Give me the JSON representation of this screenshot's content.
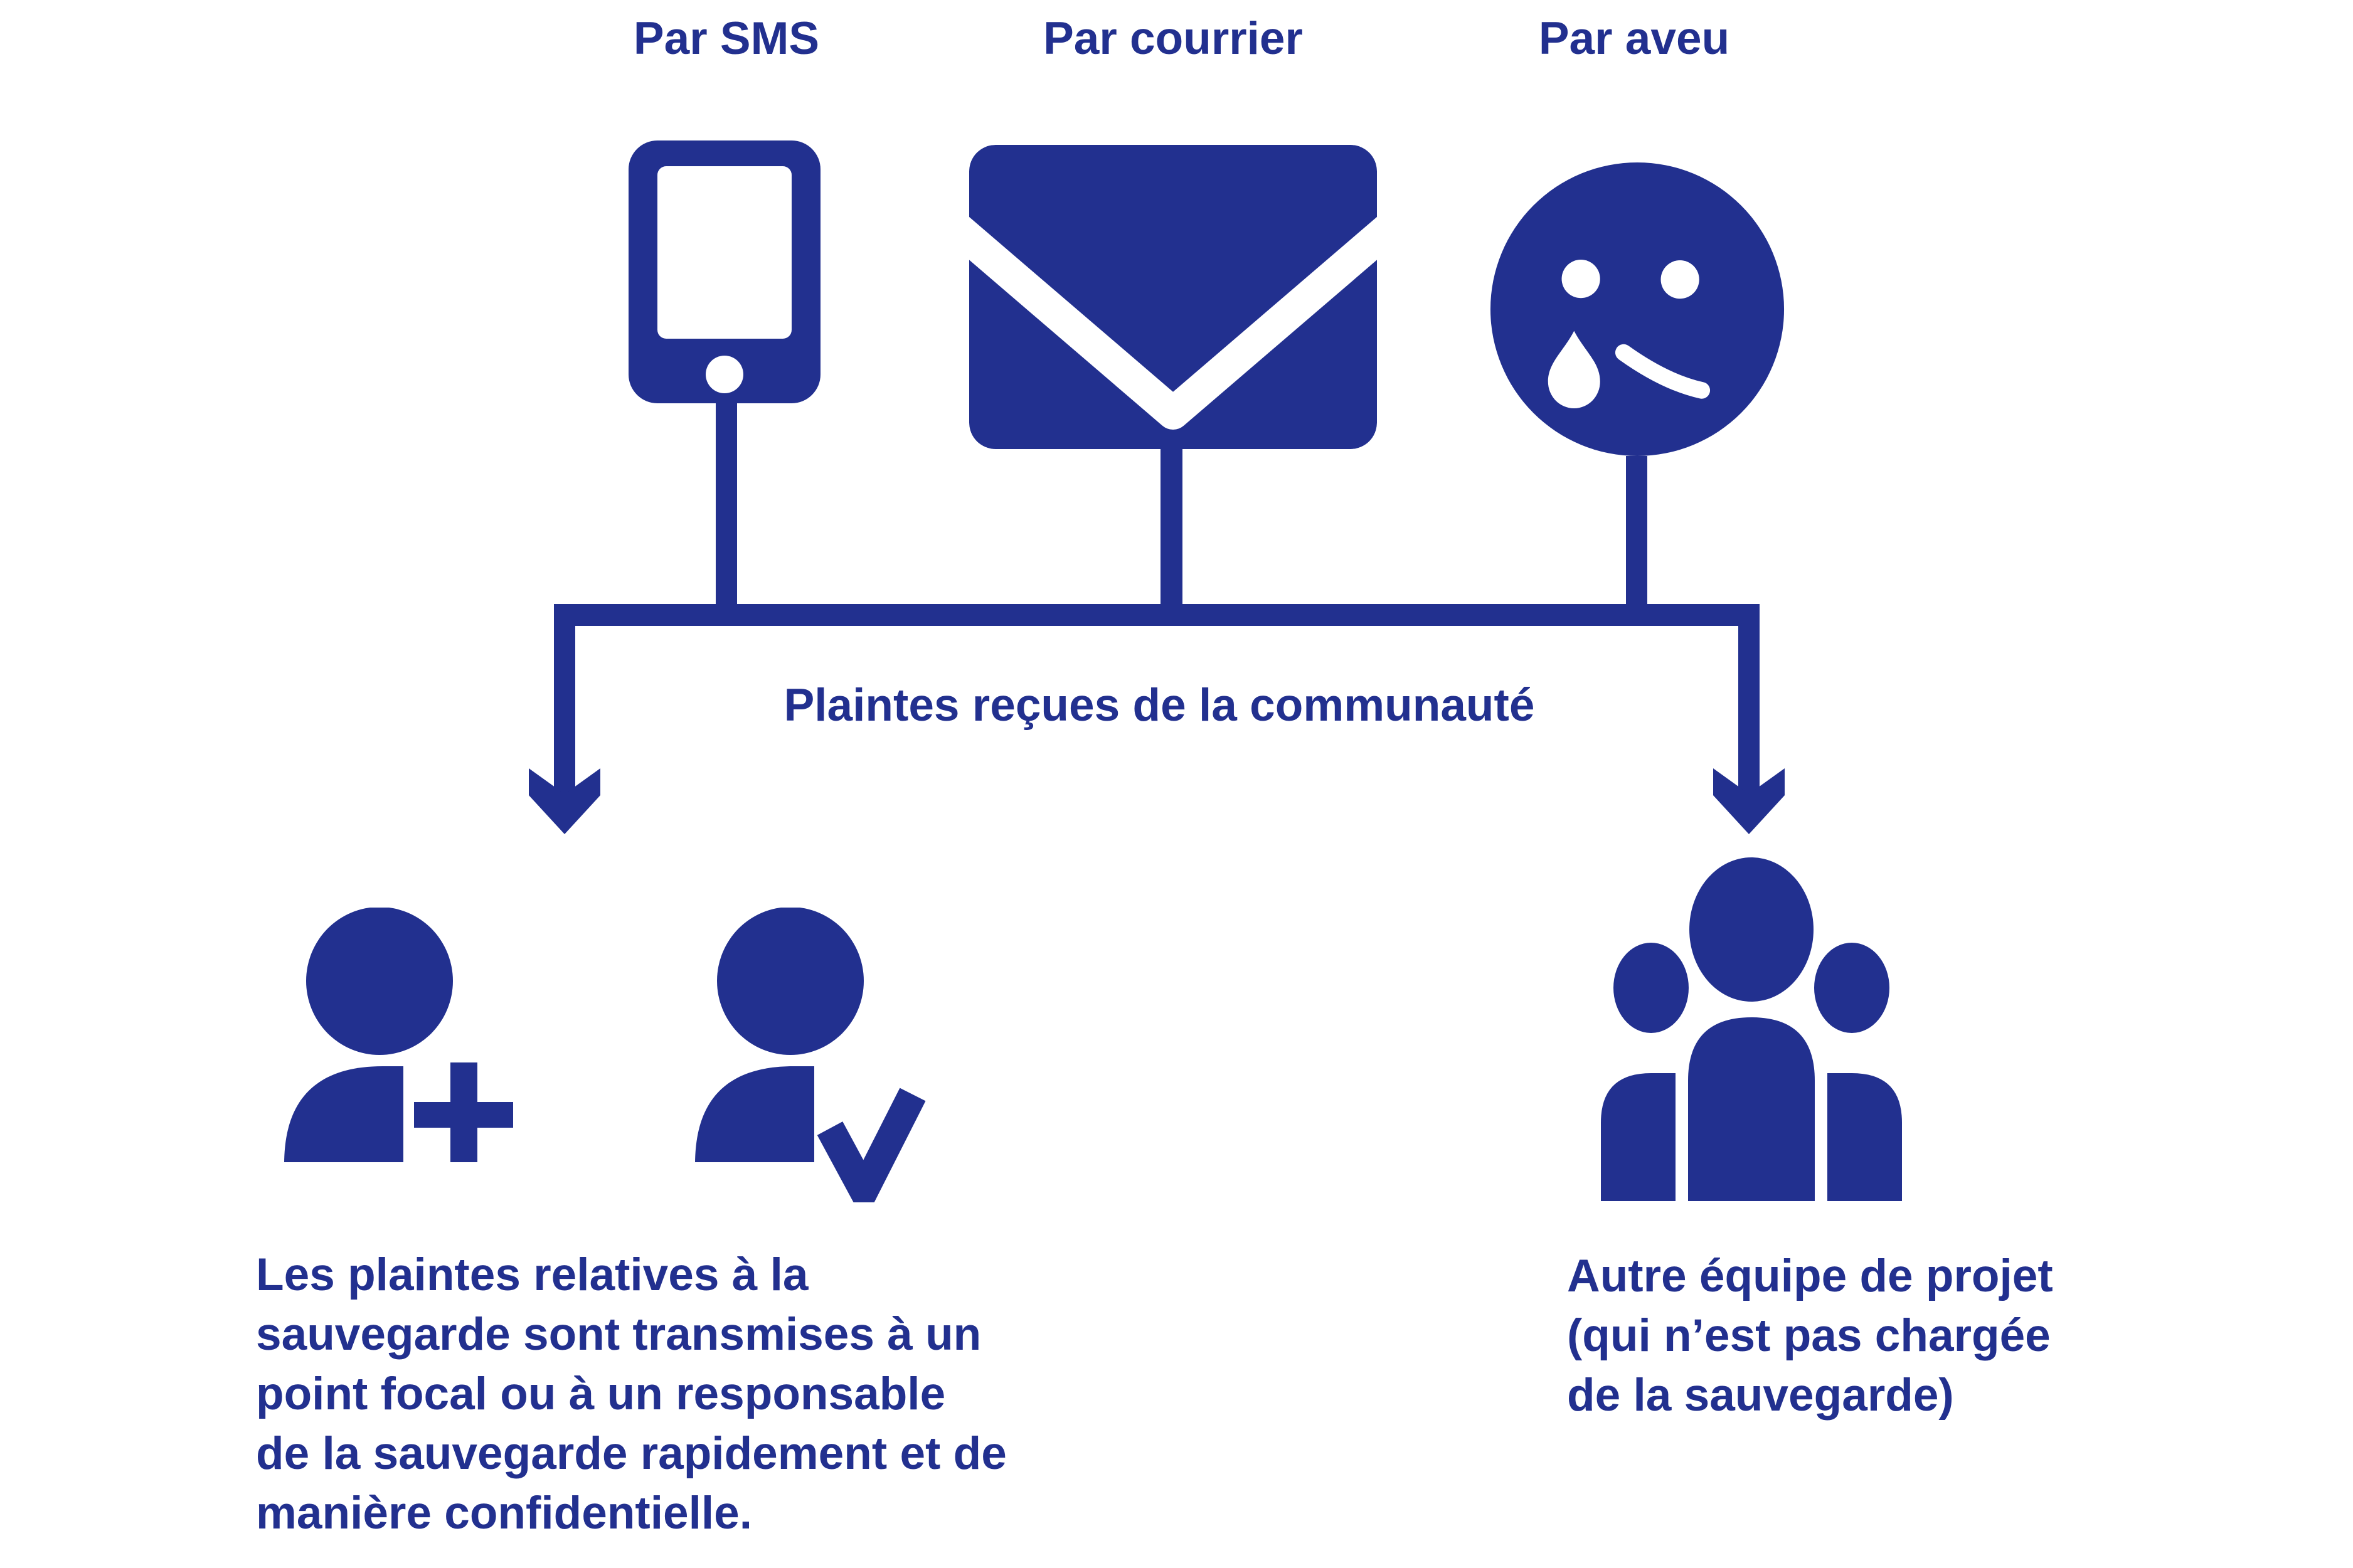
{
  "colors": {
    "primary": "#22308F",
    "background": "#FFFFFF"
  },
  "channels": [
    {
      "label": "Par SMS",
      "icon": "smartphone-icon"
    },
    {
      "label": "Par courrier",
      "icon": "envelope-icon"
    },
    {
      "label": "Par aveu",
      "icon": "crying-face-icon"
    }
  ],
  "flow": {
    "caption": "Plaintes reçues de la communauté"
  },
  "recipients": {
    "safeguarding": {
      "icons": [
        "person-add-icon",
        "person-check-icon"
      ],
      "lines": [
        "Les plaintes relatives à la",
        "sauvegarde sont transmises à un",
        "point focal ou à un responsable",
        "de la sauvegarde rapidement et de",
        "manière confidentielle."
      ]
    },
    "other_team": {
      "icon": "people-group-icon",
      "lines": [
        "Autre équipe de projet",
        "(qui n’est pas chargée",
        "de la sauvegarde)"
      ]
    }
  }
}
